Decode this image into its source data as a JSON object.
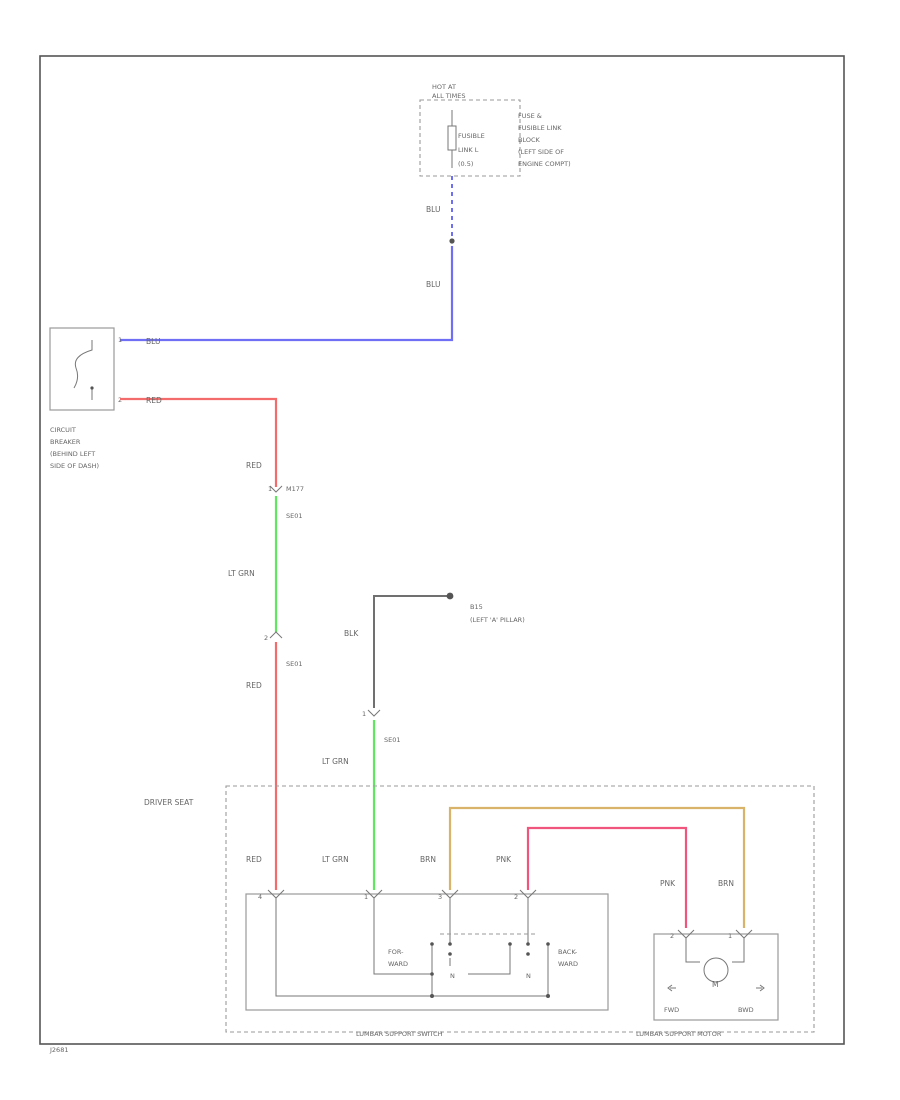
{
  "colors": {
    "blu": "#6f6ff5",
    "red": "#f36b6b",
    "ltgrn": "#5fe85f",
    "blk": "#707070",
    "brn": "#d9b36a",
    "pnk": "#f0557e"
  },
  "fuse_block": {
    "hot_label_1": "HOT AT",
    "hot_label_2": "ALL TIMES",
    "fuse_label_1": "FUSIBLE",
    "fuse_label_2": "LINK L",
    "fuse_label_3": "(0.5)",
    "desc_1": "FUSE &",
    "desc_2": "FUSIBLE LINK",
    "desc_3": "BLOCK",
    "desc_4": "(LEFT SIDE OF",
    "desc_5": "ENGINE COMPT)"
  },
  "circuit_breaker": {
    "pin_1": "1",
    "pin_2": "2",
    "desc_1": "CIRCUIT",
    "desc_2": "BREAKER",
    "desc_3": "(BEHIND LEFT",
    "desc_4": "SIDE OF DASH)"
  },
  "wires": {
    "blu_upper": "BLU",
    "blu_lower": "BLU",
    "blu_horizontal": "BLU",
    "red_top": "RED",
    "red_upper": "RED",
    "ltgrn_upper": "LT GRN",
    "red_middle": "RED",
    "blk": "BLK",
    "ltgrn_lower": "LT GRN",
    "red_seat": "RED",
    "ltgrn_seat": "LT GRN",
    "brn_switch": "BRN",
    "pnk_switch": "PNK",
    "pnk_motor": "PNK",
    "brn_motor": "BRN"
  },
  "connectors": {
    "c1_pin": "1",
    "c1_name": "M177",
    "c1_id": "SE01",
    "c2_pin": "2",
    "c2_name": "SE01",
    "c3_pin": "1",
    "c3_name": "SE01"
  },
  "ground": {
    "name": "B15",
    "location": "(LEFT 'A' PILLAR)"
  },
  "driver_seat": {
    "label": "DRIVER SEAT"
  },
  "switch": {
    "pin_a": "4",
    "pin_b": "1",
    "pin_c": "3",
    "pin_d": "2",
    "forward_1": "FOR-",
    "forward_2": "WARD",
    "backward_1": "BACK-",
    "backward_2": "WARD",
    "n_left": "N",
    "n_right": "N",
    "name": "LUMBAR SUPPORT SWITCH"
  },
  "motor": {
    "pin_a": "2",
    "pin_b": "1",
    "symbol": "M",
    "fwd": "FWD",
    "bwd": "BWD",
    "name": "LUMBAR SUPPORT MOTOR"
  },
  "footer": {
    "code": "J2681"
  }
}
